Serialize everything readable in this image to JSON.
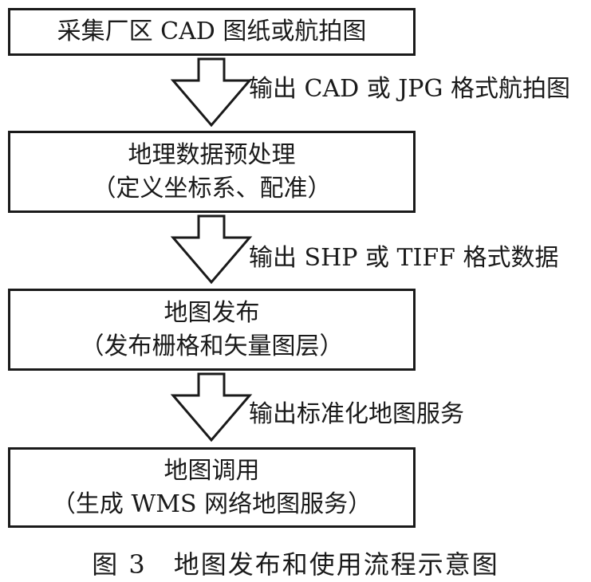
{
  "steps": [
    {
      "line1": "采集厂区 CAD 图纸或航拍图",
      "line2": ""
    },
    {
      "line1": "地理数据预处理",
      "line2": "（定义坐标系、配准）"
    },
    {
      "line1": "地图发布",
      "line2": "（发布栅格和矢量图层）"
    },
    {
      "line1": "地图调用",
      "line2": "（生成 WMS 网络地图服务）"
    }
  ],
  "arrows": [
    {
      "label": "输出 CAD 或 JPG 格式航拍图"
    },
    {
      "label": "输出 SHP 或 TIFF 格式数据"
    },
    {
      "label": "输出标准化地图服务"
    }
  ],
  "caption": "图 3　地图发布和使用流程示意图",
  "colors": {
    "line": "#1a1a1a",
    "background": "#ffffff"
  },
  "icons": {
    "arrow": "hollow-down-arrow-icon"
  }
}
